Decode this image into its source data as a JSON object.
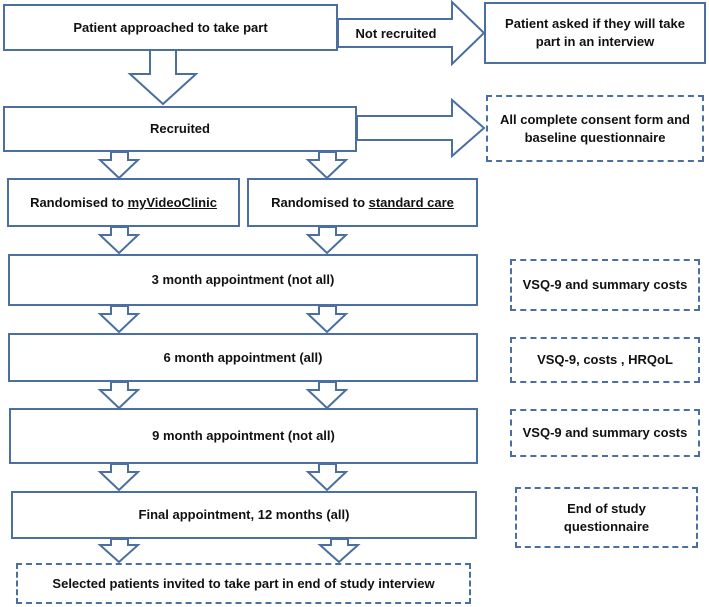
{
  "colors": {
    "stroke": "#4a6fa0",
    "fill": "#ffffff",
    "text": "#111111"
  },
  "nodes": {
    "approached": "Patient approached to take part",
    "not_recruited": "Not recruited",
    "interview_ask": "Patient asked if they will take part in an interview",
    "recruited": "Recruited",
    "consent": "All complete consent form and baseline questionnaire",
    "rand_video_prefix": "Randomised to ",
    "rand_video_name": "myVideoClinic",
    "rand_standard_prefix": "Randomised to ",
    "rand_standard_name": "standard care",
    "m3": "3 month appointment (not all)",
    "m3_measures": "VSQ-9 and summary costs",
    "m6": "6 month appointment (all)",
    "m6_measures": "VSQ-9, costs , HRQoL",
    "m9": "9 month appointment (not all)",
    "m9_measures": "VSQ-9 and summary costs",
    "m12": "Final appointment, 12 months (all)",
    "m12_measures": "End of study questionnaire",
    "final": "Selected patients invited to take part in end of study interview"
  }
}
